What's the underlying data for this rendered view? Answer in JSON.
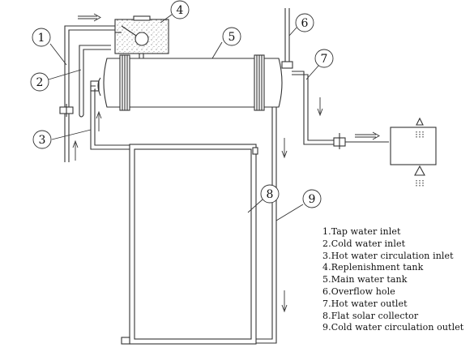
{
  "callouts": [
    "1",
    "2",
    "3",
    "4",
    "5",
    "6",
    "7",
    "8",
    "9"
  ],
  "legend": [
    "1.Tap water inlet",
    "2.Cold water inlet",
    "3.Hot water circulation inlet",
    "4.Replenishment tank",
    "5.Main water tank",
    "6.Overflow hole",
    "7.Hot water outlet",
    "8.Flat solar collector",
    "9.Cold water circulation outlet"
  ],
  "icons": [
    "arrow-right-icon",
    "arrow-up-icon",
    "arrow-down-icon",
    "tap-valve-icon",
    "shower-head-icon"
  ]
}
